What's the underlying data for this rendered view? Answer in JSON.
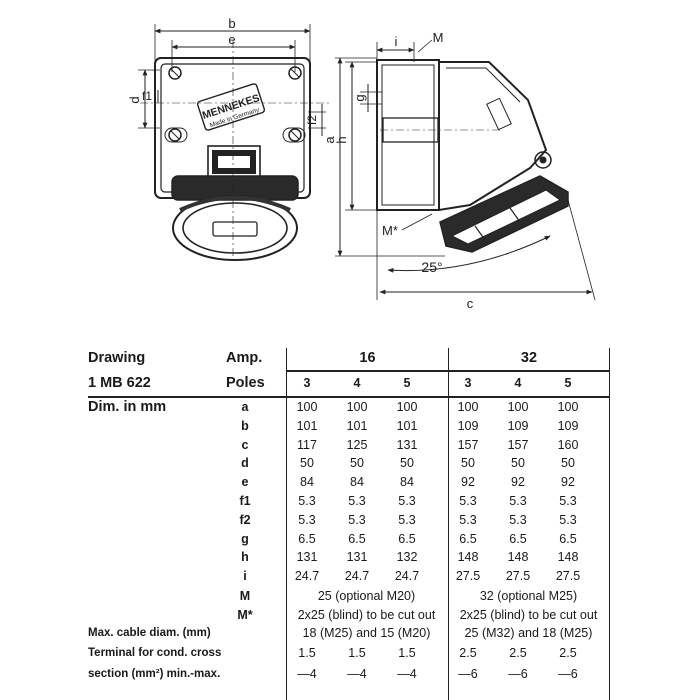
{
  "drawing": {
    "brand": "MENNEKES",
    "brand_sub": "Made in Germany",
    "dim_labels": [
      "b",
      "e",
      "d",
      "f1",
      "f2",
      "h",
      "g",
      "a",
      "i",
      "M",
      "M*",
      "25°",
      "c"
    ]
  },
  "table": {
    "left_header": [
      "Drawing",
      "1 MB 622",
      "Dim. in mm"
    ],
    "amp_label": "Amp.",
    "poles_label": "Poles",
    "amps": [
      "16",
      "32"
    ],
    "poles": [
      "3",
      "4",
      "5",
      "3",
      "4",
      "5"
    ],
    "rows": [
      {
        "label": "a",
        "values": [
          "100",
          "100",
          "100",
          "100",
          "100",
          "100"
        ]
      },
      {
        "label": "b",
        "values": [
          "101",
          "101",
          "101",
          "109",
          "109",
          "109"
        ]
      },
      {
        "label": "c",
        "values": [
          "117",
          "125",
          "131",
          "157",
          "157",
          "160"
        ]
      },
      {
        "label": "d",
        "values": [
          "50",
          "50",
          "50",
          "50",
          "50",
          "50"
        ]
      },
      {
        "label": "e",
        "values": [
          "84",
          "84",
          "84",
          "92",
          "92",
          "92"
        ]
      },
      {
        "label": "f1",
        "values": [
          "5.3",
          "5.3",
          "5.3",
          "5.3",
          "5.3",
          "5.3"
        ]
      },
      {
        "label": "f2",
        "values": [
          "5.3",
          "5.3",
          "5.3",
          "5.3",
          "5.3",
          "5.3"
        ]
      },
      {
        "label": "g",
        "values": [
          "6.5",
          "6.5",
          "6.5",
          "6.5",
          "6.5",
          "6.5"
        ]
      },
      {
        "label": "h",
        "values": [
          "131",
          "131",
          "132",
          "148",
          "148",
          "148"
        ]
      },
      {
        "label": "i",
        "values": [
          "24.7",
          "24.7",
          "24.7",
          "27.5",
          "27.5",
          "27.5"
        ]
      }
    ],
    "m_label": "M",
    "m_values": [
      "25 (optional M20)",
      "32 (optional M25)"
    ],
    "mstar_label": "M*",
    "mstar_values": [
      "2x25 (blind) to be cut out",
      "2x25 (blind) to be cut out"
    ],
    "cable_label": "Max. cable diam. (mm)",
    "cable_values": [
      "18 (M25) and 15 (M20)",
      "25 (M32) and 18 (M25)"
    ],
    "terminal_label_1": "Terminal for cond. cross",
    "terminal_label_2": "section (mm²) min.-max.",
    "terminal_min": [
      "1.5",
      "1.5",
      "1.5",
      "2.5",
      "2.5",
      "2.5"
    ],
    "terminal_max": [
      "—4",
      "—4",
      "—4",
      "—6",
      "—6",
      "—6"
    ]
  }
}
